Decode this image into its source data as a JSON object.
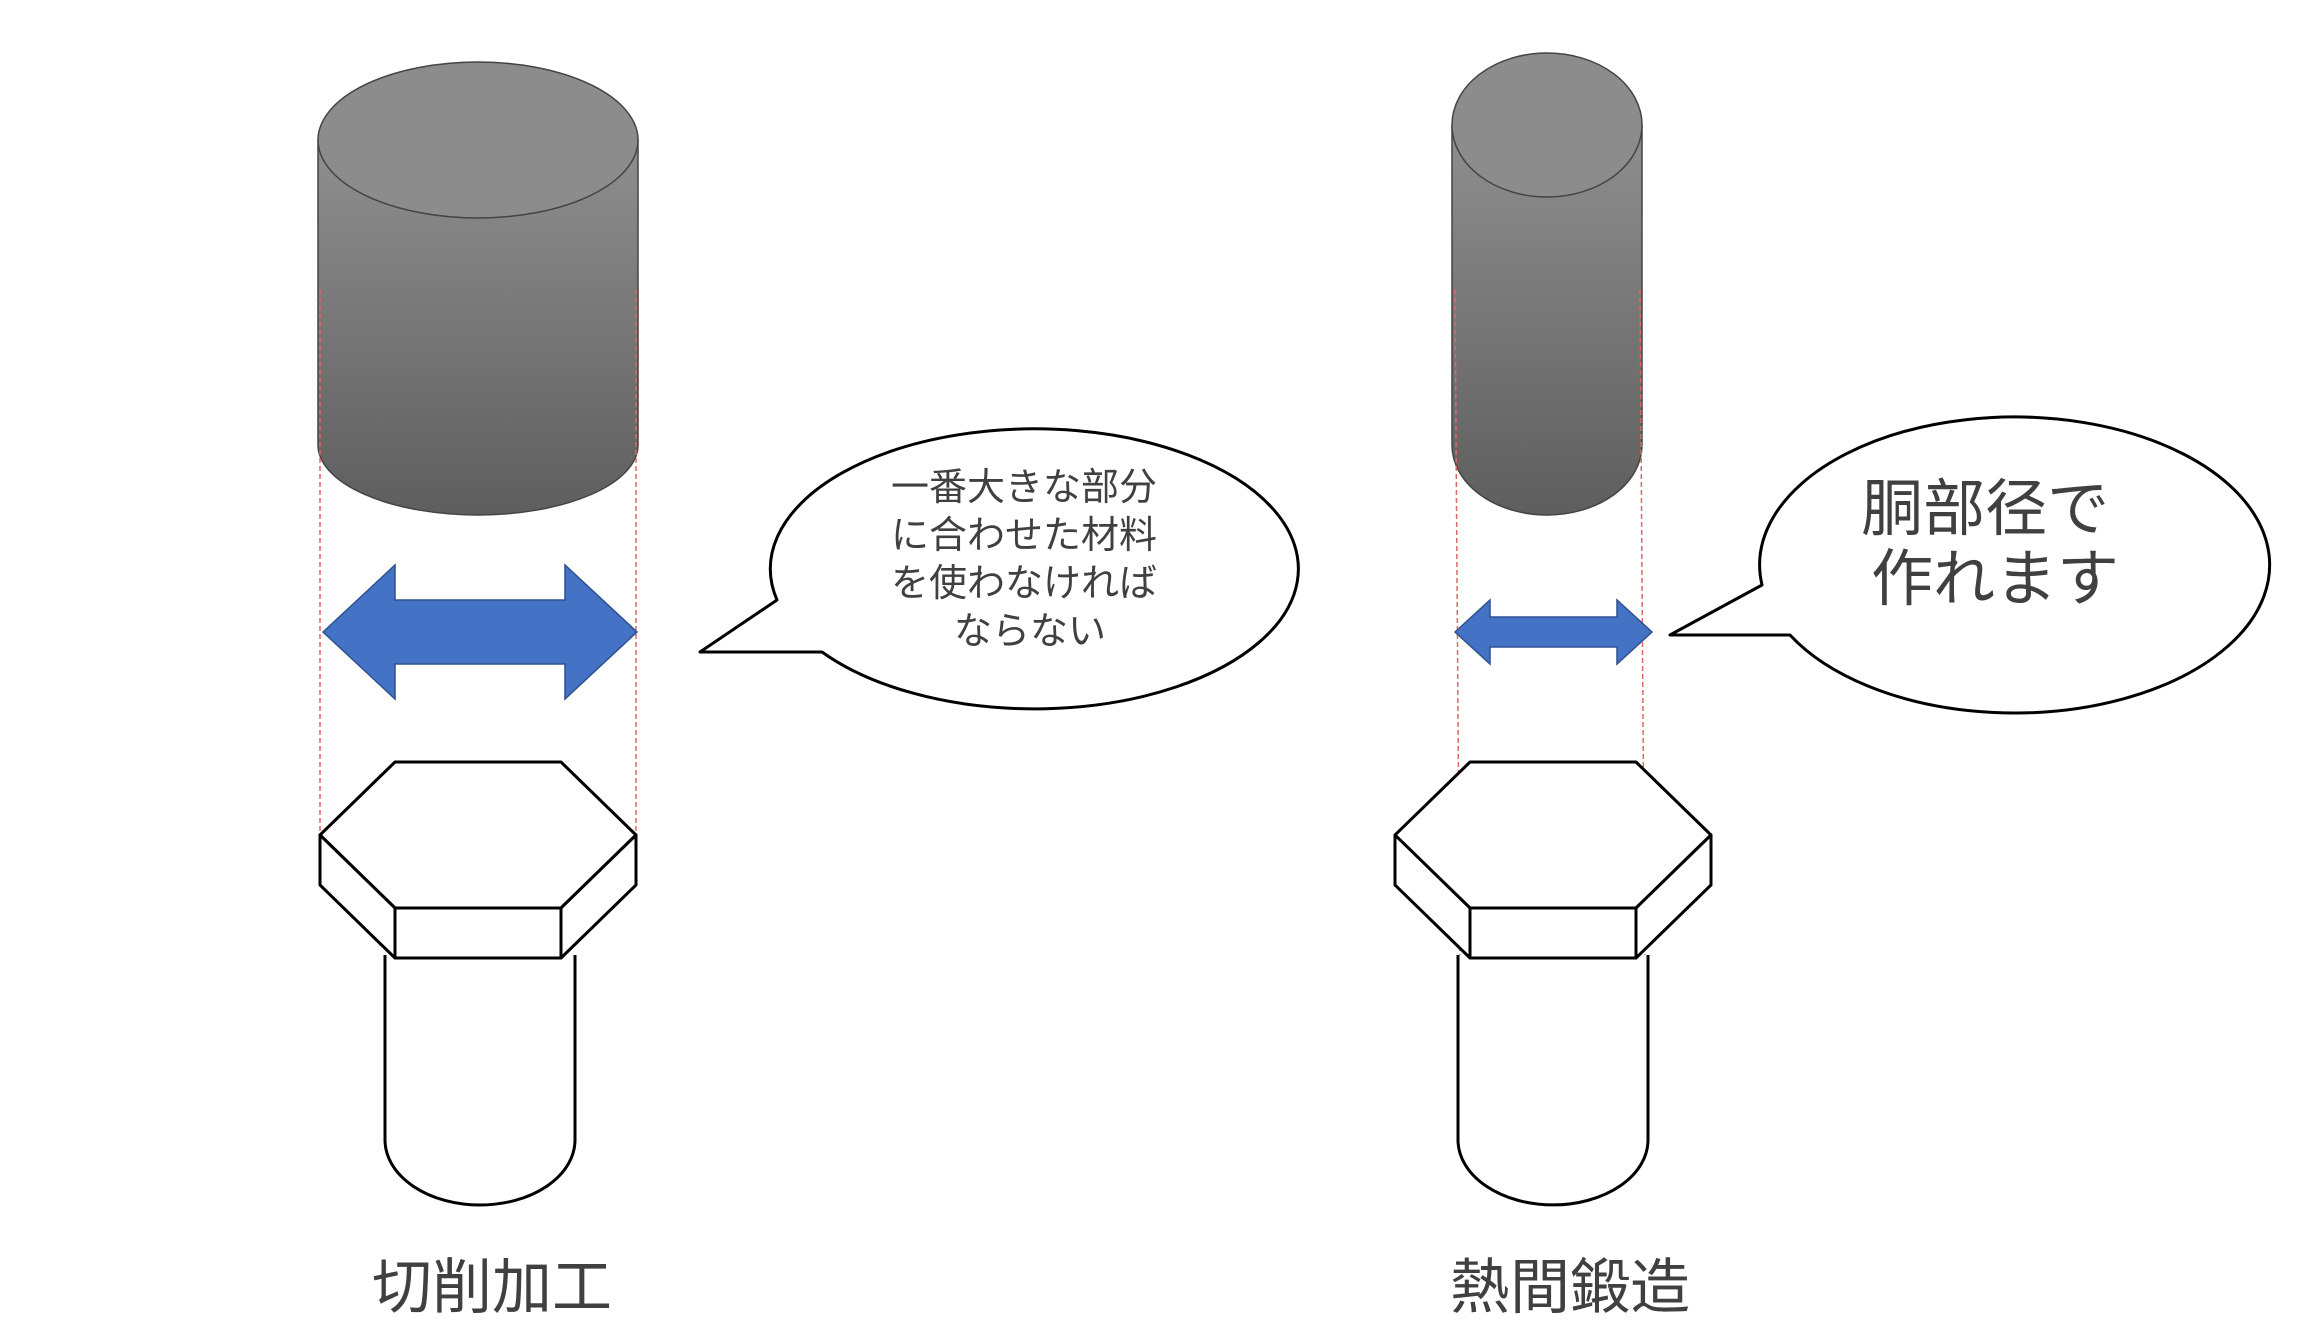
{
  "panels": {
    "left": {
      "caption": "切削加工",
      "bubble_lines": [
        "一番大きな部分",
        "に合わせた材料",
        "を使わなければ",
        "ならない"
      ]
    },
    "right": {
      "caption": "熱間鍛造",
      "bubble_lines": [
        "胴部径で",
        "作れます"
      ]
    }
  },
  "colors": {
    "cylinder_top": "#8c8c8c",
    "cylinder_body_light": "#8f8f8f",
    "cylinder_body_dark": "#5e5e5e",
    "arrow": "#4472c4",
    "guide_line": "#e06666",
    "outline": "#000000",
    "text": "#404040"
  }
}
